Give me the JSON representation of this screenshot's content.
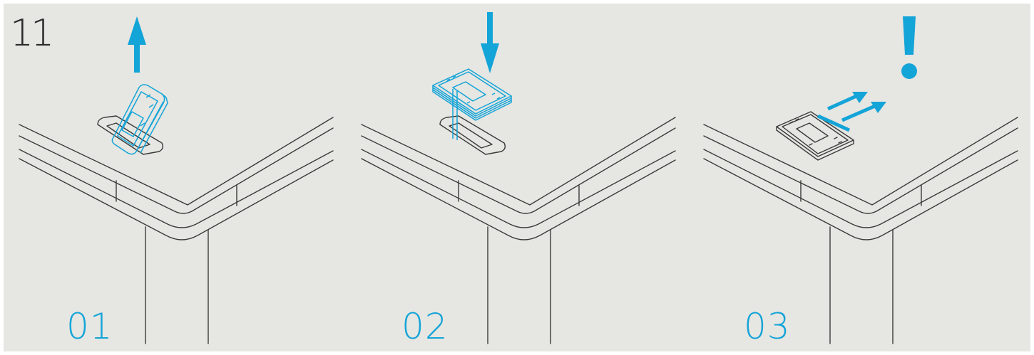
{
  "page_number": "11",
  "colors": {
    "accent": "#13a4d8",
    "background": "#e6e6e2",
    "line": "#3a3a3a"
  },
  "steps": [
    {
      "number": "01",
      "arrow_icon": "arrow-up-icon",
      "action": "lift-controller"
    },
    {
      "number": "02",
      "arrow_icon": "arrow-down-icon",
      "action": "insert-controller"
    },
    {
      "number": "03",
      "arrow_icon": "push-arrows-icon",
      "alert_icon": "exclamation-icon",
      "action": "slide-controller"
    }
  ]
}
